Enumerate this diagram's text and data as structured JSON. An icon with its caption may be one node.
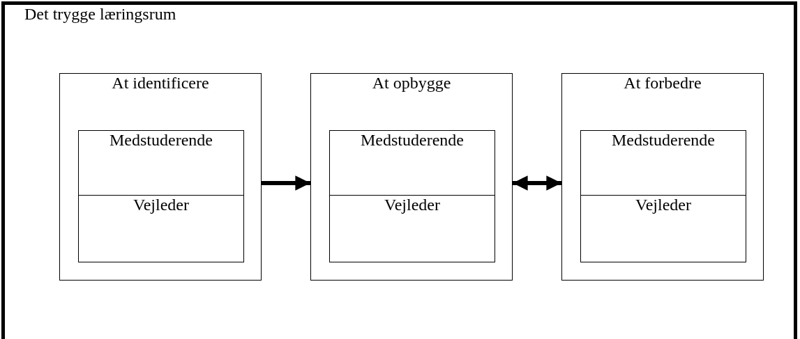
{
  "diagram": {
    "nodes": [
      {
        "text": [
          "Det trygge læringsrum"
        ]
      },
      {
        "text": [
          "At identificere"
        ],
        "in": 0
      },
      {
        "text": [
          "Medstuderende"
        ],
        "in": 1
      },
      {
        "text": [
          "Vejleder"
        ],
        "in": 1
      },
      {
        "text": [
          "At opbygge"
        ],
        "in": 0
      },
      {
        "text": [
          "Medstuderende"
        ],
        "in": 4
      },
      {
        "text": [
          "Vejleder"
        ],
        "in": 4
      },
      {
        "text": [
          "At forbedre"
        ],
        "in": 0
      },
      {
        "text": [
          "Medstuderende"
        ],
        "in": 7
      },
      {
        "text": [
          "Vejleder"
        ],
        "in": 7
      }
    ],
    "edges": [
      {
        "from": 1,
        "to": 4,
        "arrow": "to"
      },
      {
        "from": 4,
        "to": 7,
        "arrow": "both"
      }
    ]
  }
}
